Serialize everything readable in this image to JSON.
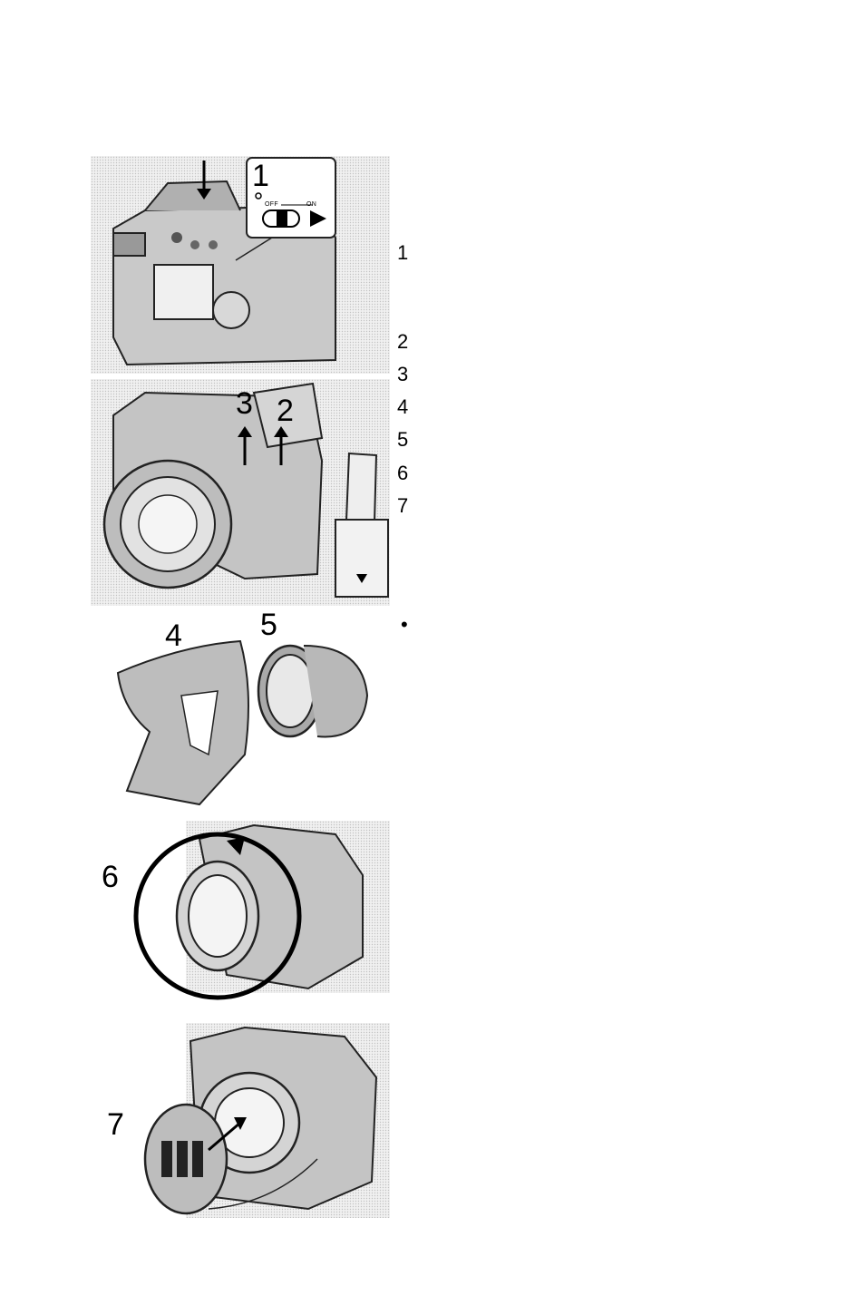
{
  "figure_labels": {
    "f1": "1",
    "f2": "2",
    "f3": "3",
    "f4": "4",
    "f5": "5",
    "f6": "6",
    "f7": "7"
  },
  "switch": {
    "off_label": "OFF",
    "on_label": "ON"
  },
  "step_list": [
    "1",
    "2",
    "3",
    "4",
    "5",
    "6",
    "7"
  ],
  "bullet": "•"
}
